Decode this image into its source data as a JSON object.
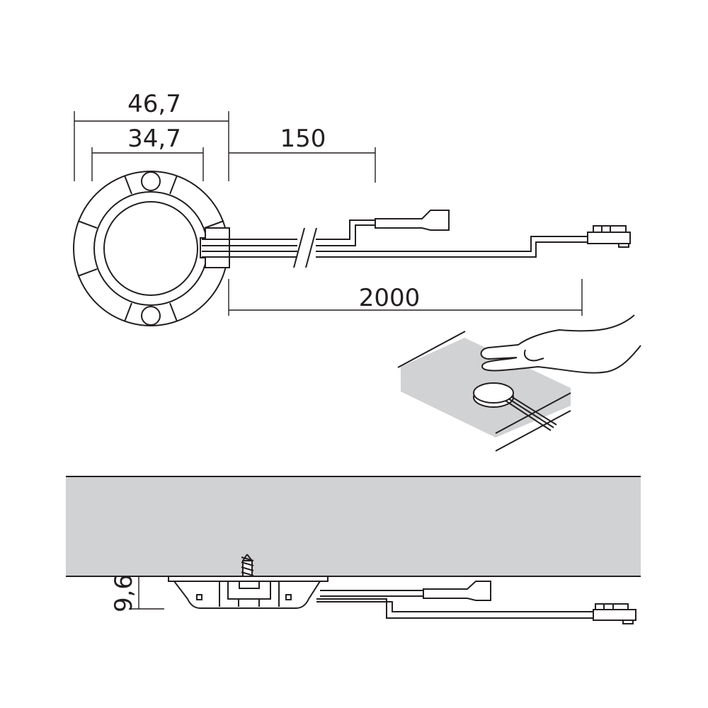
{
  "dimensions": {
    "outer_diameter": "46,7",
    "inner_diameter": "34,7",
    "lead_short": "150",
    "lead_long": "2000",
    "height": "9,6"
  }
}
